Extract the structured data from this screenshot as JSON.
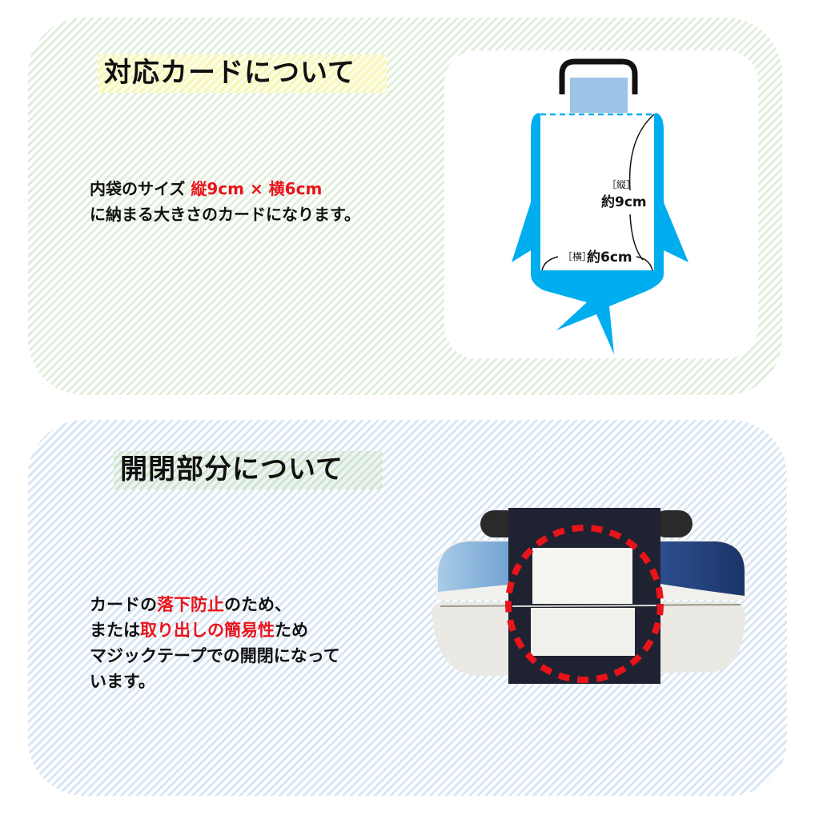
{
  "section_top": {
    "title": "対応カードについて",
    "text_line1_prefix": "内袋のサイズ ",
    "text_line1_highlight": "縦9cm × 横6cm",
    "text_line2": "に納まる大きさのカードになります。",
    "diagram": {
      "vertical_label_bracket": "［縦］",
      "vertical_label_value": "約9cm",
      "horizontal_label_bracket": "［横］",
      "horizontal_label_value": "約6cm"
    }
  },
  "section_bottom": {
    "title": "開閉部分について",
    "line1_a": "カードの",
    "line1_red": "落下防止",
    "line1_b": "のため、",
    "line2_a": "または",
    "line2_red": "取り出しの簡易性",
    "line2_b": "ため",
    "line3": "マジックテープでの開閉になって",
    "line4": "います。"
  },
  "colors": {
    "accent_red": "#e8141b",
    "pouch_blue": "#00aeef",
    "card_blue": "#9dc3e6",
    "top_stripe": "#dfeedb",
    "bottom_stripe": "#d8e6f4",
    "title_top_highlight": "#f7f7b4",
    "title_bottom_highlight": "#cfe5c8"
  }
}
